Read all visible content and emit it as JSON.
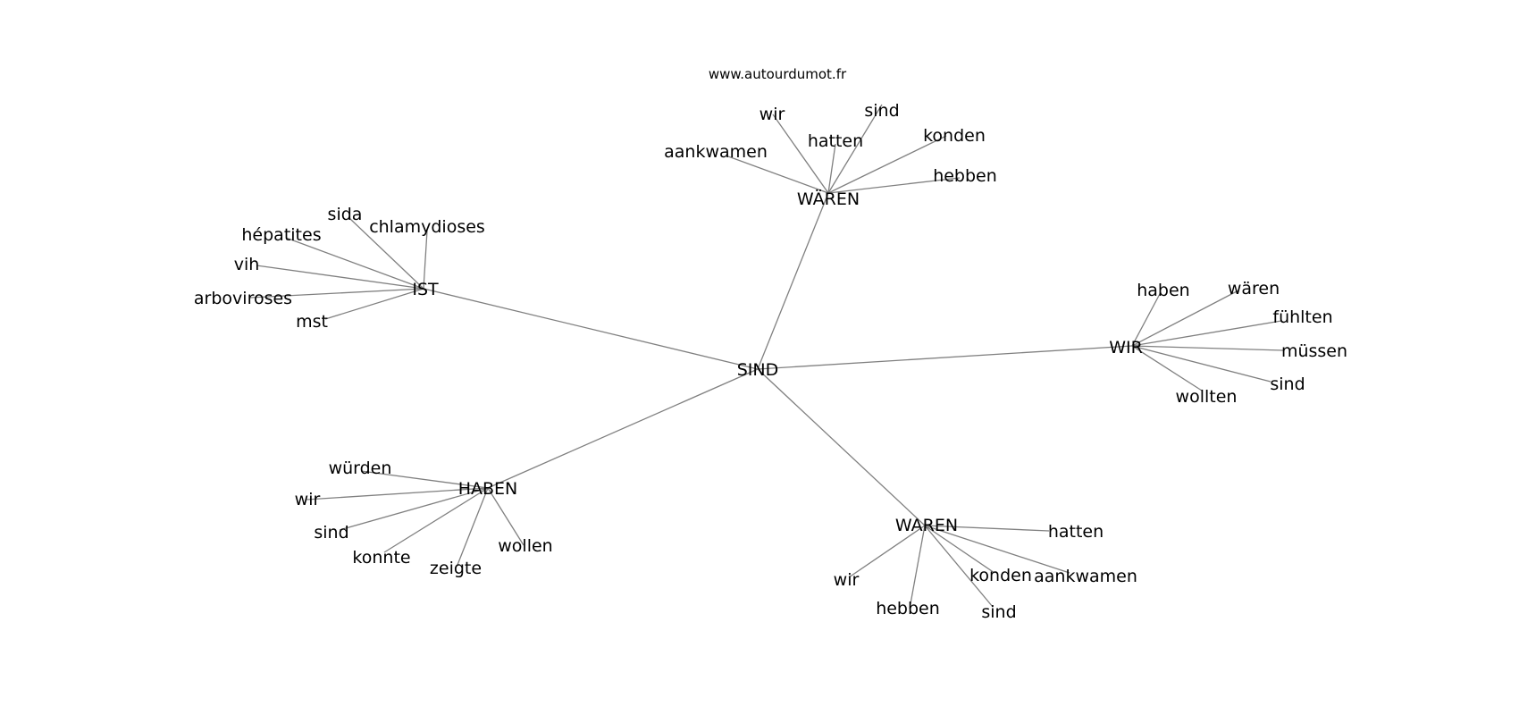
{
  "watermark": "www.autourdumot.fr",
  "colors": {
    "edge": "#808080",
    "text": "#000000",
    "background": "#ffffff"
  },
  "graph": {
    "center": "SIND",
    "groups": [
      {
        "hub": "WÄREN",
        "leaves": [
          "wir",
          "sind",
          "hatten",
          "konden",
          "aankwamen",
          "hebben"
        ]
      },
      {
        "hub": "IST",
        "leaves": [
          "sida",
          "chlamydioses",
          "hépatites",
          "vih",
          "arboviroses",
          "mst"
        ]
      },
      {
        "hub": "WIR",
        "leaves": [
          "haben",
          "wären",
          "fühlten",
          "müssen",
          "sind",
          "wollten"
        ]
      },
      {
        "hub": "HABEN",
        "leaves": [
          "würden",
          "wir",
          "sind",
          "konnte",
          "zeigte",
          "wollen"
        ]
      },
      {
        "hub": "WAREN",
        "leaves": [
          "hatten",
          "wir",
          "konden",
          "aankwamen",
          "hebben",
          "sind"
        ]
      }
    ]
  }
}
